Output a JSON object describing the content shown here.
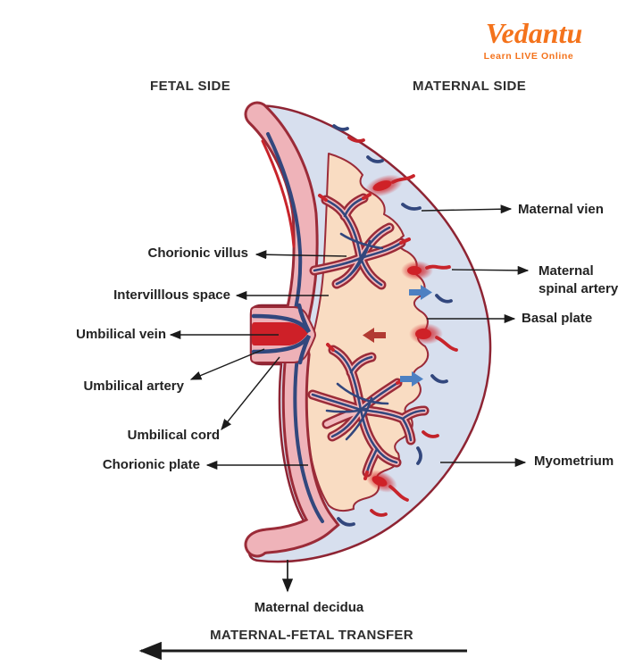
{
  "logo": {
    "name": "Vedantu",
    "tagline": "Learn LIVE Online",
    "color": "#f4731c"
  },
  "headers": {
    "fetal_side": "FETAL SIDE",
    "maternal_side": "MATERNAL SIDE"
  },
  "labels": {
    "chorionic_villus": "Chorionic villus",
    "intervillous_space": "Intervilllous space",
    "umbilical_vein": "Umbilical vein",
    "umbilical_artery": "Umbilical artery",
    "umbilical_cord": "Umbilical cord",
    "chorionic_plate": "Chorionic plate",
    "maternal_vein": "Maternal vien",
    "maternal_spinal_artery_line1": "Maternal",
    "maternal_spinal_artery_line2": "spinal artery",
    "basal_plate": "Basal plate",
    "myometrium": "Myometrium",
    "maternal_decidua": "Maternal decidua"
  },
  "footer": {
    "transfer_caption": "MATERNAL-FETAL TRANSFER"
  },
  "colors": {
    "brand_orange": "#f4731c",
    "outer_layer_blue": "#d7dfee",
    "intervillous_peach": "#f9dcc2",
    "plate_pink": "#efb3b9",
    "outline_dark_red": "#8e2433",
    "vessel_red": "#ce2028",
    "vessel_blue": "#32477d",
    "flow_arrow_blue": "#4d80c2",
    "flow_arrow_red": "#b23b33",
    "label_line": "#1b1b1b"
  }
}
